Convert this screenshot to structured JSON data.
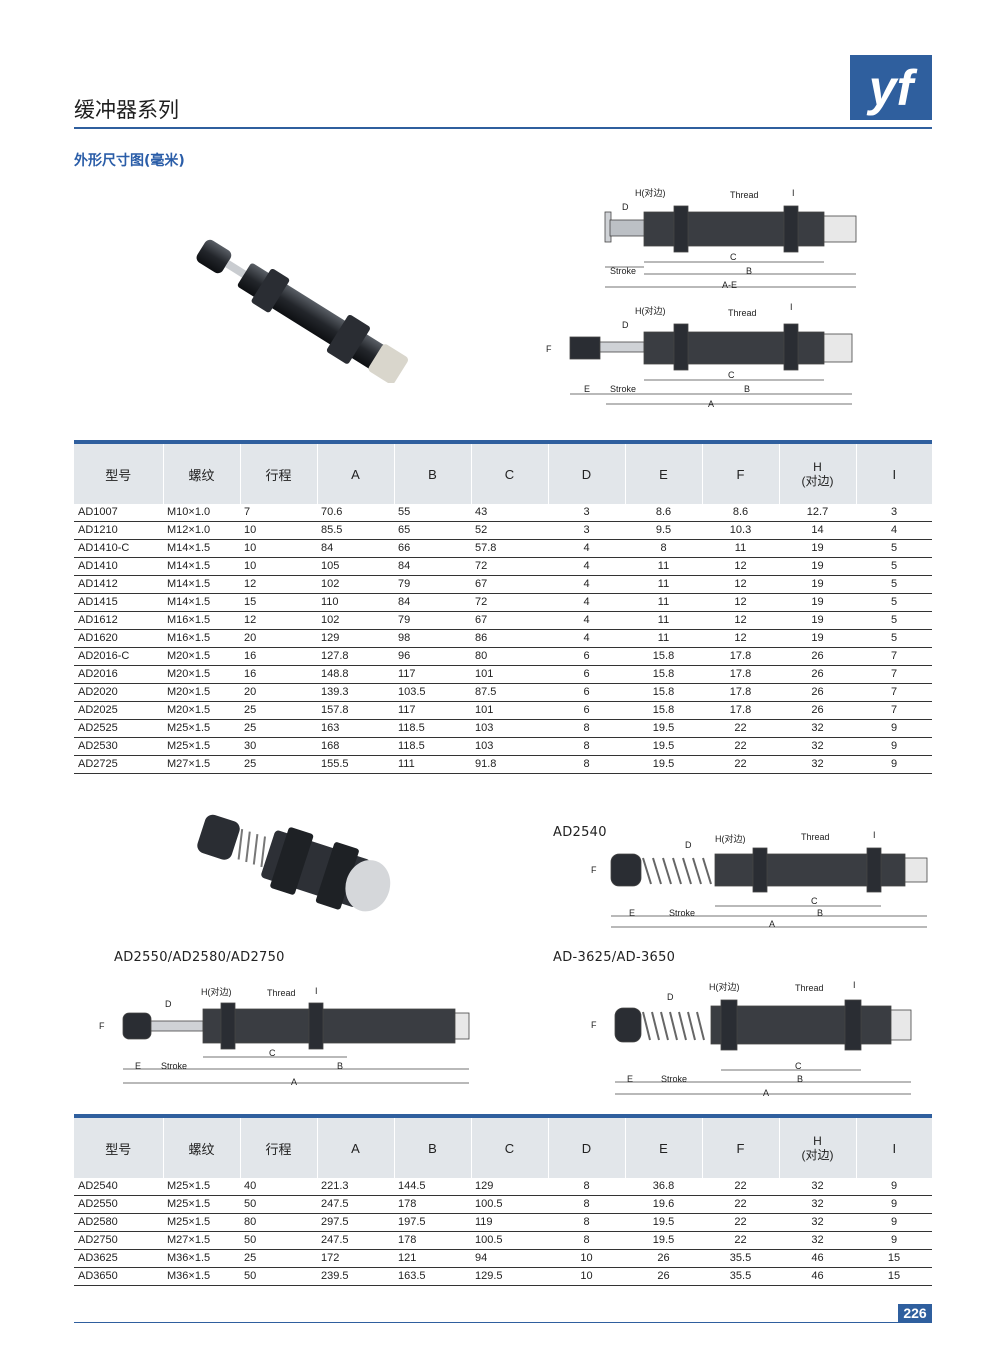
{
  "header": {
    "title": "缓冲器系列",
    "logo_text": "YF",
    "brand_color": "#2f5f9e"
  },
  "section_title": "外形尺寸图(毫米)",
  "diagram_labels": {
    "h": "H(对边)",
    "thread": "Thread",
    "i": "I",
    "d": "D",
    "f": "F",
    "c": "C",
    "b": "B",
    "a": "A",
    "e": "E",
    "ae": "A-E",
    "stroke": "Stroke"
  },
  "figure_captions": {
    "ad2540": "AD2540",
    "ad2550_group": "AD2550/AD2580/AD2750",
    "ad3625_group": "AD-3625/AD-3650"
  },
  "table_headers": [
    "型号",
    "螺纹",
    "行程",
    "A",
    "B",
    "C",
    "D",
    "E",
    "F",
    "H",
    "(对边)",
    "I"
  ],
  "table1": [
    [
      "AD1007",
      "M10×1.0",
      "7",
      "70.6",
      "55",
      "43",
      "3",
      "8.6",
      "8.6",
      "12.7",
      "3"
    ],
    [
      "AD1210",
      "M12×1.0",
      "10",
      "85.5",
      "65",
      "52",
      "3",
      "9.5",
      "10.3",
      "14",
      "4"
    ],
    [
      "AD1410-C",
      "M14×1.5",
      "10",
      "84",
      "66",
      "57.8",
      "4",
      "8",
      "11",
      "19",
      "5"
    ],
    [
      "AD1410",
      "M14×1.5",
      "10",
      "105",
      "84",
      "72",
      "4",
      "11",
      "12",
      "19",
      "5"
    ],
    [
      "AD1412",
      "M14×1.5",
      "12",
      "102",
      "79",
      "67",
      "4",
      "11",
      "12",
      "19",
      "5"
    ],
    [
      "AD1415",
      "M14×1.5",
      "15",
      "110",
      "84",
      "72",
      "4",
      "11",
      "12",
      "19",
      "5"
    ],
    [
      "AD1612",
      "M16×1.5",
      "12",
      "102",
      "79",
      "67",
      "4",
      "11",
      "12",
      "19",
      "5"
    ],
    [
      "AD1620",
      "M16×1.5",
      "20",
      "129",
      "98",
      "86",
      "4",
      "11",
      "12",
      "19",
      "5"
    ],
    [
      "AD2016-C",
      "M20×1.5",
      "16",
      "127.8",
      "96",
      "80",
      "6",
      "15.8",
      "17.8",
      "26",
      "7"
    ],
    [
      "AD2016",
      "M20×1.5",
      "16",
      "148.8",
      "117",
      "101",
      "6",
      "15.8",
      "17.8",
      "26",
      "7"
    ],
    [
      "AD2020",
      "M20×1.5",
      "20",
      "139.3",
      "103.5",
      "87.5",
      "6",
      "15.8",
      "17.8",
      "26",
      "7"
    ],
    [
      "AD2025",
      "M20×1.5",
      "25",
      "157.8",
      "117",
      "101",
      "6",
      "15.8",
      "17.8",
      "26",
      "7"
    ],
    [
      "AD2525",
      "M25×1.5",
      "25",
      "163",
      "118.5",
      "103",
      "8",
      "19.5",
      "22",
      "32",
      "9"
    ],
    [
      "AD2530",
      "M25×1.5",
      "30",
      "168",
      "118.5",
      "103",
      "8",
      "19.5",
      "22",
      "32",
      "9"
    ],
    [
      "AD2725",
      "M27×1.5",
      "25",
      "155.5",
      "111",
      "91.8",
      "8",
      "19.5",
      "22",
      "32",
      "9"
    ]
  ],
  "table2": [
    [
      "AD2540",
      "M25×1.5",
      "40",
      "221.3",
      "144.5",
      "129",
      "8",
      "36.8",
      "22",
      "32",
      "9"
    ],
    [
      "AD2550",
      "M25×1.5",
      "50",
      "247.5",
      "178",
      "100.5",
      "8",
      "19.6",
      "22",
      "32",
      "9"
    ],
    [
      "AD2580",
      "M25×1.5",
      "80",
      "297.5",
      "197.5",
      "119",
      "8",
      "19.5",
      "22",
      "32",
      "9"
    ],
    [
      "AD2750",
      "M27×1.5",
      "50",
      "247.5",
      "178",
      "100.5",
      "8",
      "19.5",
      "22",
      "32",
      "9"
    ],
    [
      "AD3625",
      "M36×1.5",
      "25",
      "172",
      "121",
      "94",
      "10",
      "26",
      "35.5",
      "46",
      "15"
    ],
    [
      "AD3650",
      "M36×1.5",
      "50",
      "239.5",
      "163.5",
      "129.5",
      "10",
      "26",
      "35.5",
      "46",
      "15"
    ]
  ],
  "page_number": "226"
}
